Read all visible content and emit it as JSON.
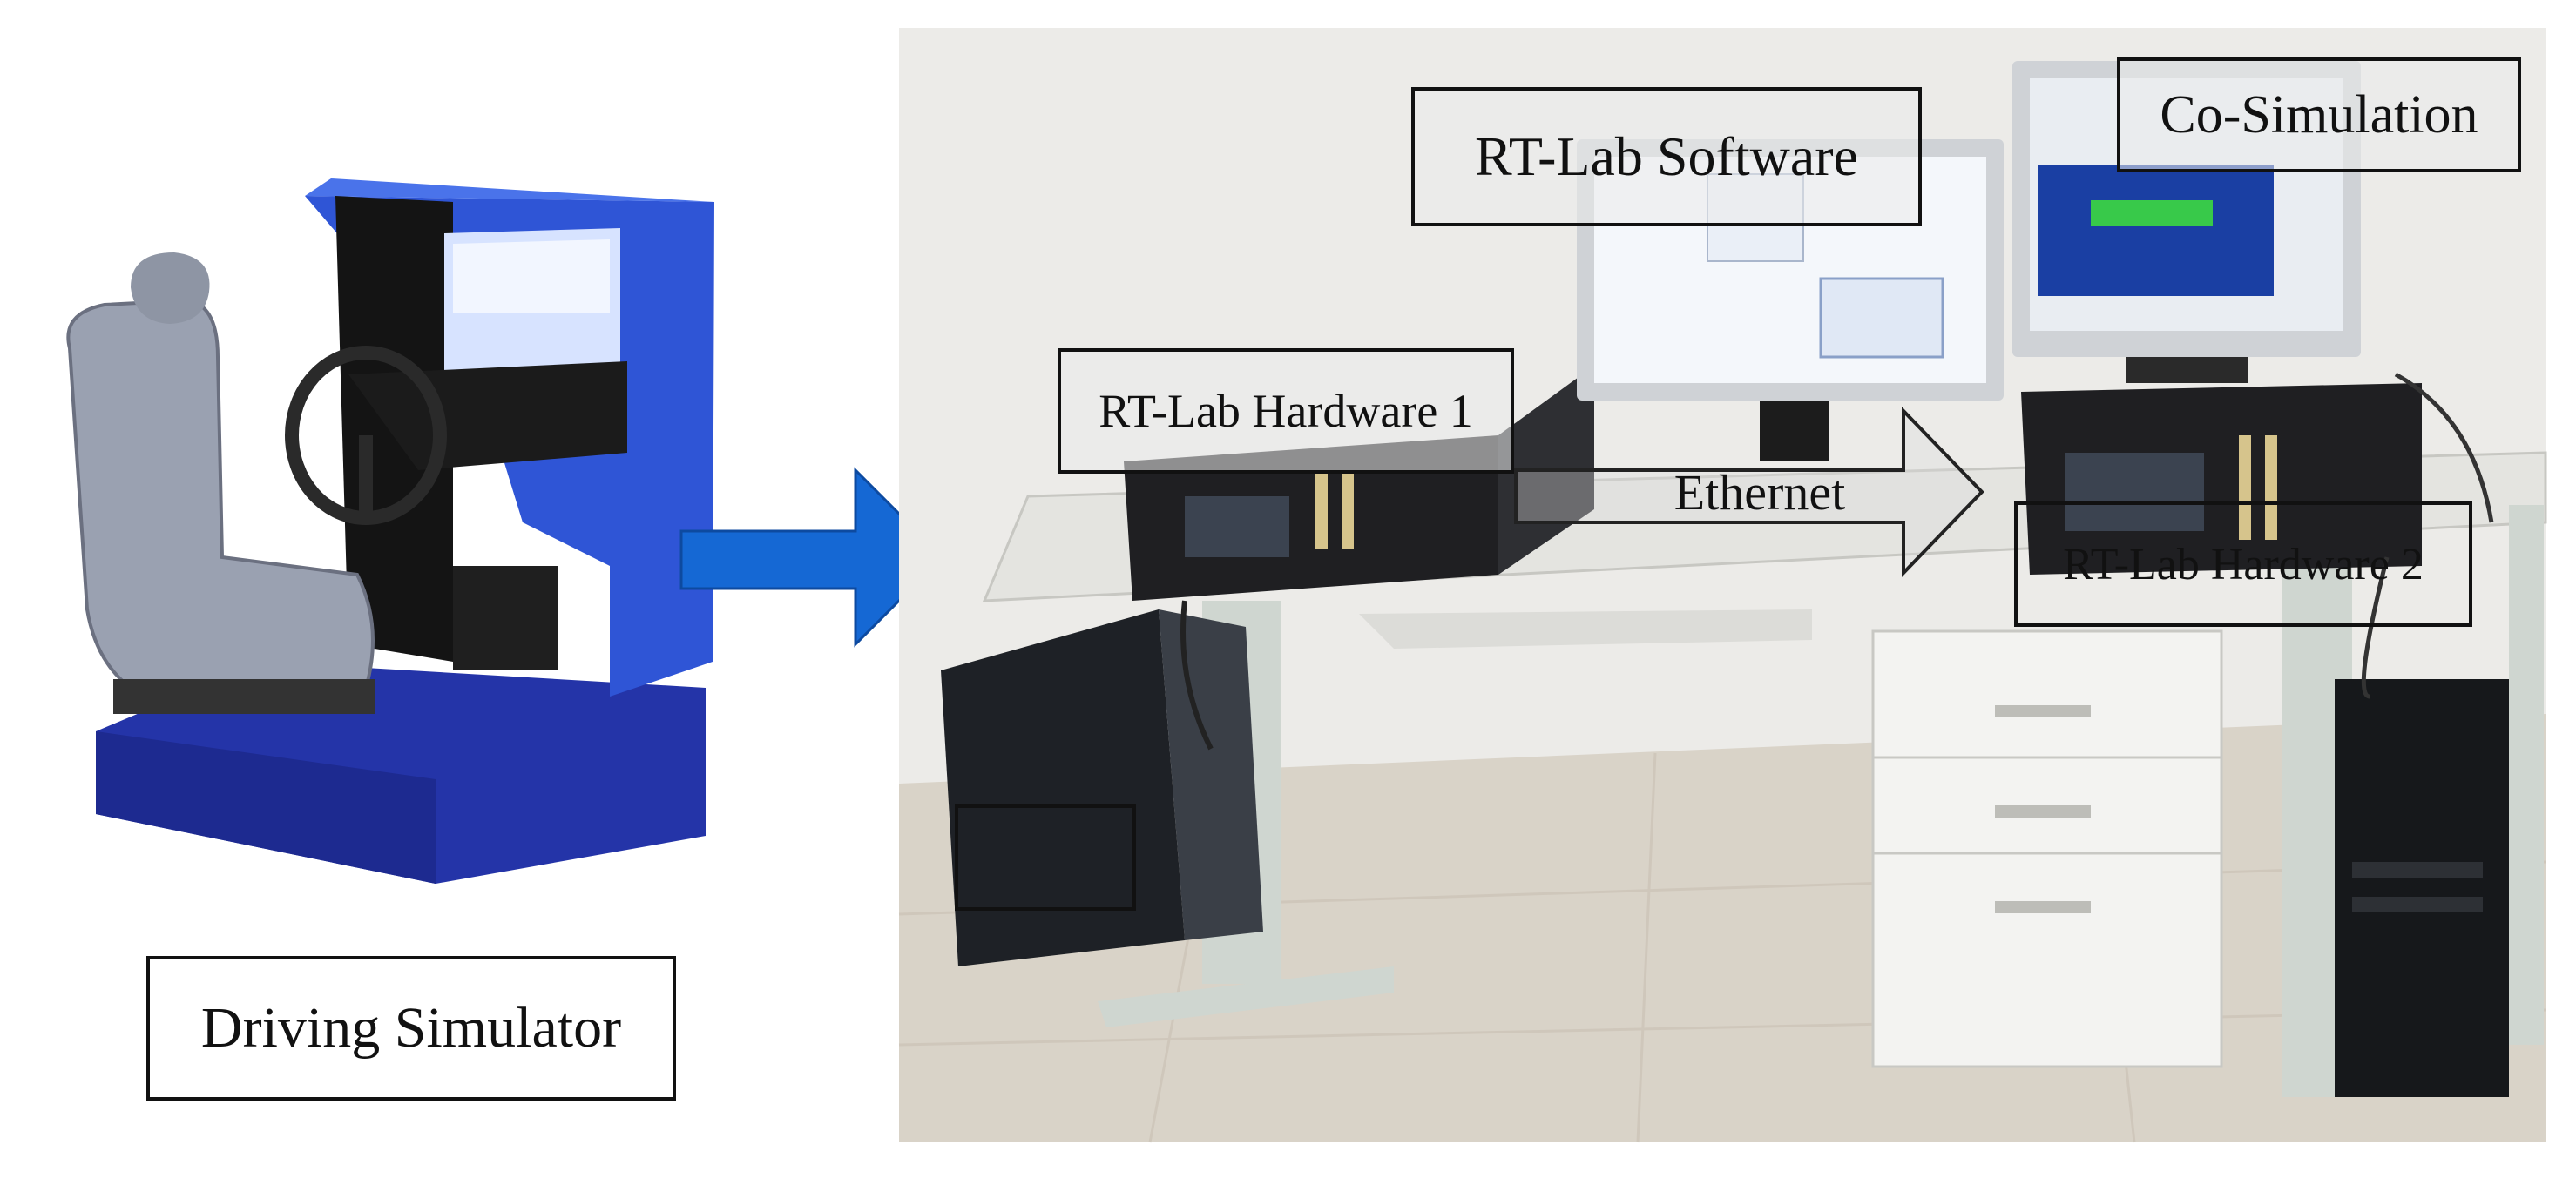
{
  "labels": {
    "driving_simulator": "Driving Simulator",
    "rtlab_software": "RT-Lab Software",
    "co_simulation": "Co-Simulation",
    "rtlab_hardware_1": "RT-Lab Hardware 1",
    "rtlab_hardware_2": "RT-Lab Hardware 2",
    "ethernet": "Ethernet"
  },
  "colors": {
    "arrow_fill": "#1568d4",
    "simulator_frame": "#2a4fd0",
    "photo_wall": "#ecebe8",
    "desk": "#e4e4e0"
  }
}
